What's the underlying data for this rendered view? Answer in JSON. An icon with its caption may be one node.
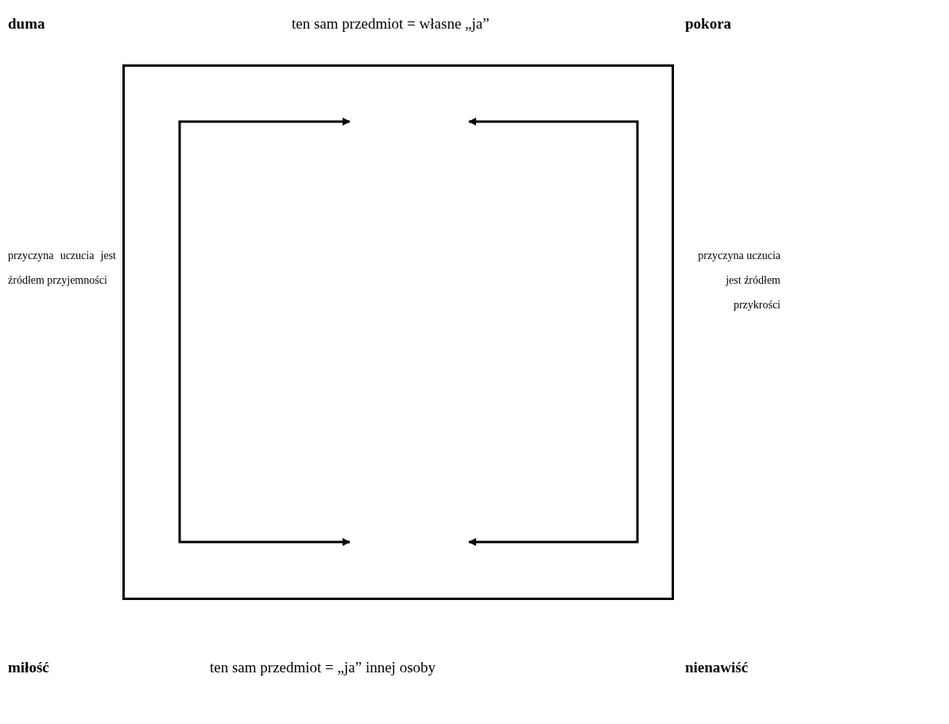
{
  "diagram": {
    "nodes": [
      {
        "text": [],
        "shape": "box"
      }
    ],
    "labels": [
      "duma",
      "ten sam przedmiot = własne „ja”",
      "pokora",
      "przyczyna uczucia jest źródłem przyjemności",
      "przyczyna uczucia jest źródłem przykrości",
      "miłość",
      "ten sam przedmiot = „ja” innej osoby",
      "nienawiść"
    ]
  }
}
